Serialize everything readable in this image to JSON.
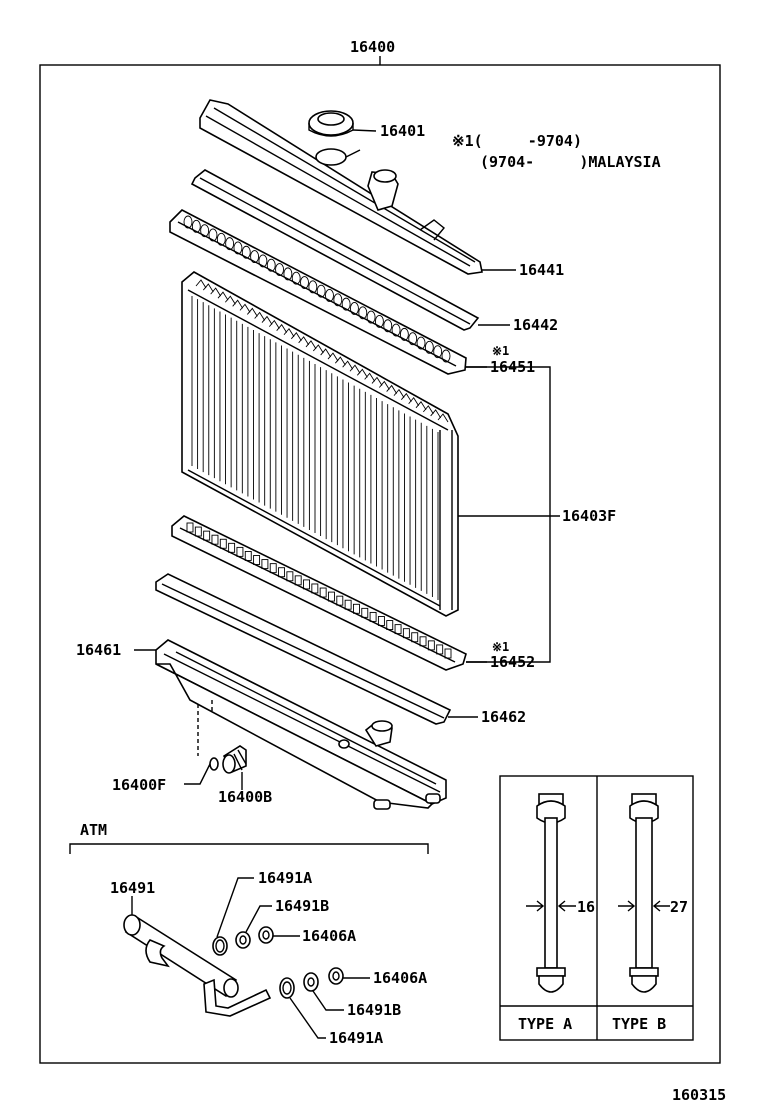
{
  "assembly": {
    "part_number": "16400"
  },
  "callouts": {
    "p16401": "16401",
    "p16441": "16441",
    "p16442": "16442",
    "p16451": "16451",
    "p16403F": "16403F",
    "p16452": "16452",
    "p16461": "16461",
    "p16462": "16462",
    "p16400F": "16400F",
    "p16400B": "16400B",
    "p16491": "16491",
    "p16491A_top": "16491A",
    "p16491B_top": "16491B",
    "p16406A_top": "16406A",
    "p16406A_bottom": "16406A",
    "p16491B_bottom": "16491B",
    "p16491A_bottom": "16491A"
  },
  "notes": {
    "mark_upper": "※1",
    "mark_lower": "※1",
    "line1": "※1(     -9704)",
    "line2": "(9704-     )MALAYSIA"
  },
  "atm": {
    "label": "ATM"
  },
  "types": {
    "a": {
      "label": "TYPE A",
      "dimension": "16"
    },
    "b": {
      "label": "TYPE B",
      "dimension": "27"
    }
  },
  "figure_id": "160315"
}
